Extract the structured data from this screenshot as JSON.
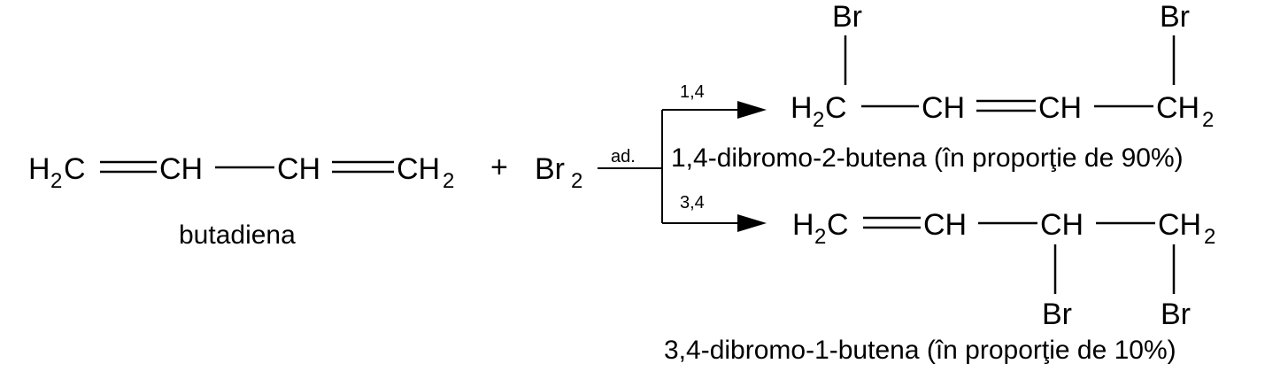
{
  "reactant": {
    "h2c": "H",
    "h2c_sub": "2",
    "h2c_c": "C",
    "ch1": "CH",
    "ch2": "CH",
    "ch2_end": "CH",
    "ch2_end_sub": "2",
    "name": "butadiena"
  },
  "plus": "+",
  "reagent": {
    "symbol": "Br",
    "sub": "2"
  },
  "condition": "ad.",
  "branch_top_label": "1,4",
  "branch_bottom_label": "3,4",
  "product_14": {
    "h2c": "H",
    "h2c_sub": "2",
    "h2c_c": "C",
    "ch1": "CH",
    "ch2": "CH",
    "ch2_end": "CH",
    "ch2_end_sub": "2",
    "br_left": "Br",
    "br_right": "Br",
    "name": "1,4-dibromo-2-butena (în proporţie de 90%)"
  },
  "product_34": {
    "h2c": "H",
    "h2c_sub": "2",
    "h2c_c": "C",
    "ch1": "CH",
    "ch2": "CH",
    "ch2_end": "CH",
    "ch2_end_sub": "2",
    "br_left": "Br",
    "br_right": "Br",
    "name": "3,4-dibromo-1-butena (în proporţie de 10%)"
  }
}
